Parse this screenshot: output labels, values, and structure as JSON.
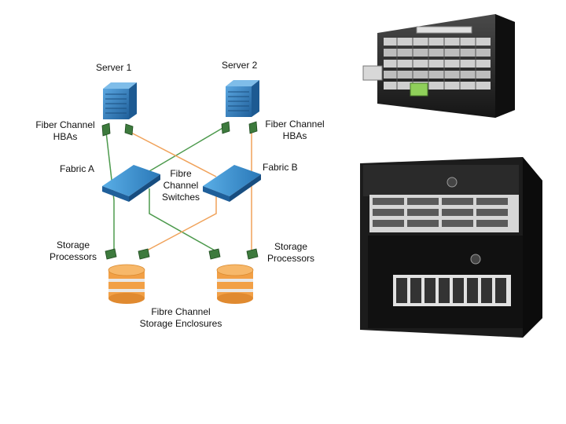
{
  "diagram": {
    "server_1": "Server 1",
    "server_2": "Server 2",
    "hba_left": [
      "Fiber Channel",
      "HBAs"
    ],
    "hba_right": [
      "Fiber Channel",
      "HBAs"
    ],
    "fabric_a": "Fabric A",
    "fabric_b": "Fabric B",
    "switches": [
      "Fibre",
      "Channel",
      "Switches"
    ],
    "sp_left": [
      "Storage",
      "Processors"
    ],
    "sp_right": [
      "Storage",
      "Processors"
    ],
    "enclosures": [
      "Fibre Channel",
      "Storage Enclosures"
    ]
  },
  "colors": {
    "server_blue": "#2f7fc0",
    "switch_blue": "#3a8fd0",
    "fabric_a_line": "#4d9a4d",
    "fabric_b_line": "#f0a25a",
    "disk_orange": "#f2a046",
    "disk_band": "#e8e8e8"
  },
  "photos": {
    "top": "blade-server-chassis-photo",
    "bottom": "dell-storage-array-photo"
  }
}
